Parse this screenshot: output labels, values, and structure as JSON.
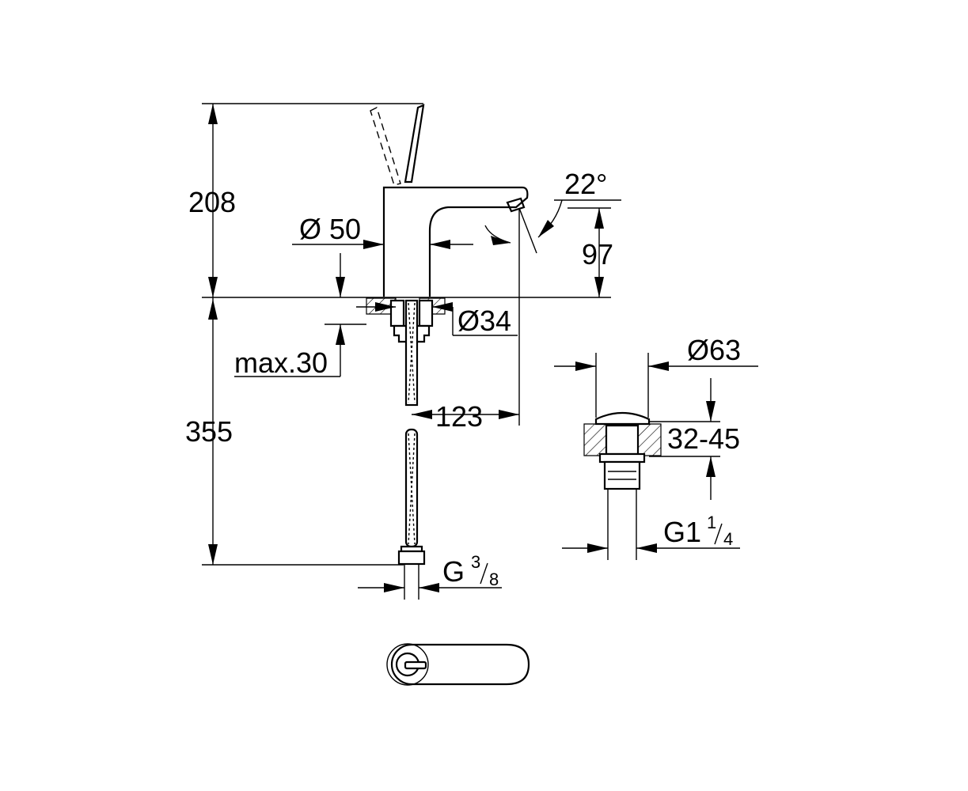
{
  "dimensions": {
    "height_spout": "208",
    "body_diameter": "Ø 50",
    "angle": "22°",
    "outlet_height": "97",
    "hole_diameter": "Ø34",
    "deck_thickness": "max.30",
    "hose_length": "355",
    "reach": "123",
    "connection": {
      "base": "G",
      "sup": "3",
      "sub": "8"
    },
    "waste_diameter": "Ø63",
    "waste_thickness": "32-45",
    "waste_thread": {
      "base": "G1",
      "sup": "1",
      "sub": "4"
    }
  },
  "colors": {
    "line": "#000000",
    "background": "#ffffff"
  }
}
